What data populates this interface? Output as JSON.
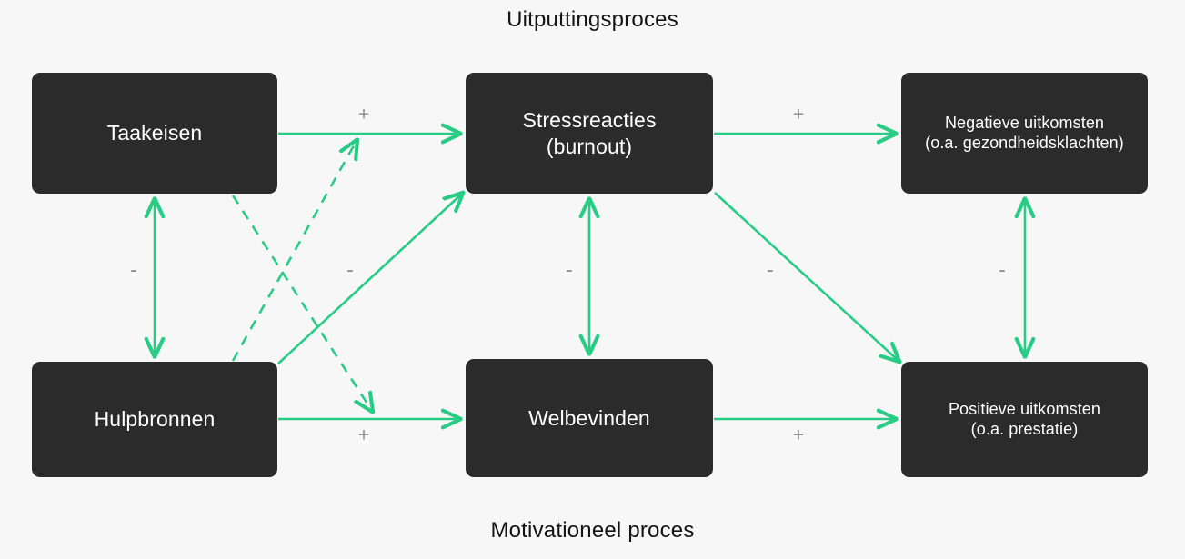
{
  "diagram": {
    "title_top": "Uitputtingsproces",
    "title_bottom": "Motivationeel proces",
    "colors": {
      "background": "#f7f7f7",
      "node_fill": "#2b2b2b",
      "node_text": "#ffffff",
      "edge": "#28cc85",
      "edge_label": "#8d8d8d",
      "title_text": "#141414"
    },
    "nodes": [
      {
        "id": "taakeisen",
        "label": "Taakeisen"
      },
      {
        "id": "stressreacties",
        "label": "Stressreacties\n(burnout)"
      },
      {
        "id": "negatieve",
        "label": "Negatieve uitkomsten\n(o.a. gezondheidsklachten)"
      },
      {
        "id": "hulpbronnen",
        "label": "Hulpbronnen"
      },
      {
        "id": "welbevinden",
        "label": "Welbevinden"
      },
      {
        "id": "positieve",
        "label": "Positieve uitkomsten\n(o.a. prestatie)"
      }
    ],
    "edges": [
      {
        "id": "taakeisen-stressreacties",
        "from": "taakeisen",
        "to": "stressreacties",
        "sign": "+",
        "style": "solid",
        "arrow": "single"
      },
      {
        "id": "stressreacties-negatieve",
        "from": "stressreacties",
        "to": "negatieve",
        "sign": "+",
        "style": "solid",
        "arrow": "single"
      },
      {
        "id": "hulpbronnen-welbevinden",
        "from": "hulpbronnen",
        "to": "welbevinden",
        "sign": "+",
        "style": "solid",
        "arrow": "single"
      },
      {
        "id": "welbevinden-positieve",
        "from": "welbevinden",
        "to": "positieve",
        "sign": "+",
        "style": "solid",
        "arrow": "single"
      },
      {
        "id": "taakeisen-hulpbronnen",
        "from": "taakeisen",
        "to": "hulpbronnen",
        "sign": "-",
        "style": "solid",
        "arrow": "double"
      },
      {
        "id": "hulpbronnen-stressreacties",
        "from": "hulpbronnen",
        "to": "stressreacties",
        "sign": "-",
        "style": "solid",
        "arrow": "single"
      },
      {
        "id": "stressreacties-welbevinden",
        "from": "stressreacties",
        "to": "welbevinden",
        "sign": "-",
        "style": "solid",
        "arrow": "double"
      },
      {
        "id": "stressreacties-positieve",
        "from": "stressreacties",
        "to": "positieve",
        "sign": "-",
        "style": "solid",
        "arrow": "single"
      },
      {
        "id": "negatieve-positieve",
        "from": "negatieve",
        "to": "positieve",
        "sign": "-",
        "style": "solid",
        "arrow": "double"
      },
      {
        "id": "taakeisen-welbevinden-dashed",
        "from": "taakeisen",
        "to": "welbevinden",
        "sign": "",
        "style": "dashed",
        "arrow": "single"
      },
      {
        "id": "hulpbronnen-stressreacties-dashed",
        "from": "hulpbronnen",
        "to": "stressreacties",
        "sign": "",
        "style": "dashed",
        "arrow": "single"
      }
    ],
    "edge_labels": [
      {
        "id": "label-taakeisen-stress",
        "text": "+"
      },
      {
        "id": "label-stress-negatieve",
        "text": "+"
      },
      {
        "id": "label-hulp-welbevinden",
        "text": "+"
      },
      {
        "id": "label-welbevinden-pos",
        "text": "+"
      },
      {
        "id": "label-taakeisen-hulp",
        "text": "-"
      },
      {
        "id": "label-hulp-stress",
        "text": "-"
      },
      {
        "id": "label-stress-welbevinden",
        "text": "-"
      },
      {
        "id": "label-stress-positieve",
        "text": "-"
      },
      {
        "id": "label-negatieve-pos",
        "text": "-"
      }
    ]
  }
}
